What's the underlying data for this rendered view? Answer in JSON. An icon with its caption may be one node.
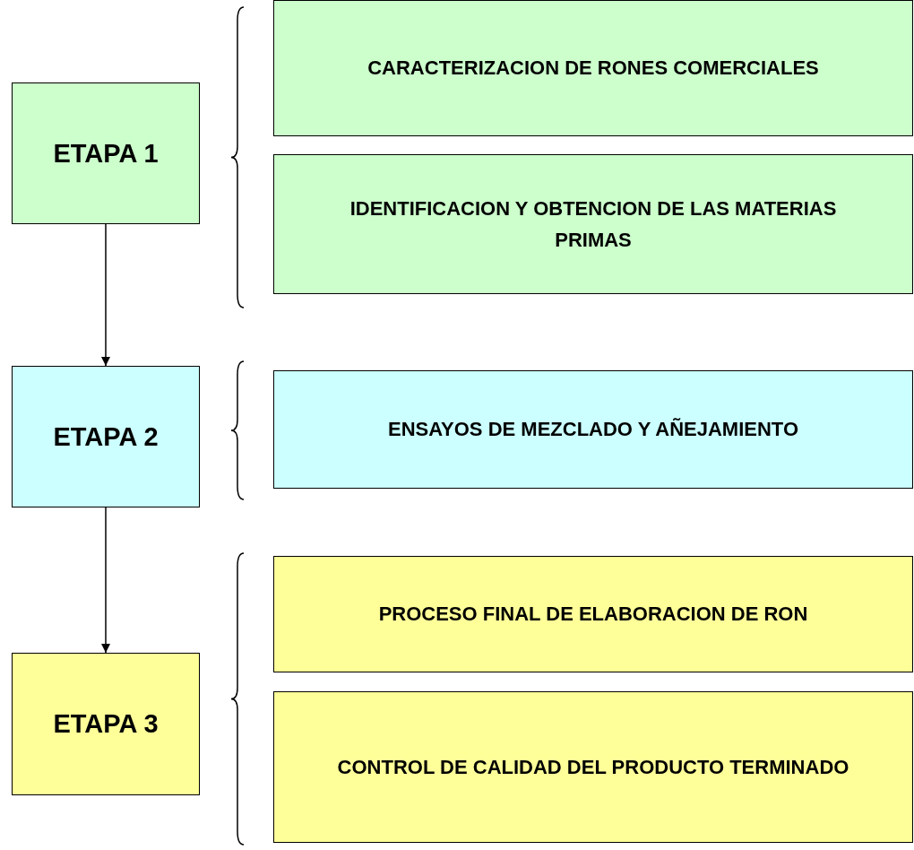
{
  "diagram": {
    "nodes": [
      {
        "text": [
          "ETAPA 1"
        ]
      },
      {
        "text": [
          "CARACTERIZACION DE RONES COMERCIALES"
        ]
      },
      {
        "text": [
          "IDENTIFICACION Y OBTENCION DE LAS MATERIAS PRIMAS"
        ]
      },
      {
        "text": [
          "ETAPA 2"
        ]
      },
      {
        "text": [
          "ENSAYOS DE MEZCLADO Y AÑEJAMIENTO"
        ]
      },
      {
        "text": [
          "ETAPA 3"
        ]
      },
      {
        "text": [
          "PROCESO FINAL DE ELABORACION DE RON"
        ]
      },
      {
        "text": [
          "CONTROL DE CALIDAD DEL PRODUCTO TERMINADO"
        ]
      }
    ],
    "edges": [
      {
        "from": 0,
        "to": 3,
        "arrow": "to"
      },
      {
        "from": 3,
        "to": 5,
        "arrow": "to"
      }
    ]
  }
}
